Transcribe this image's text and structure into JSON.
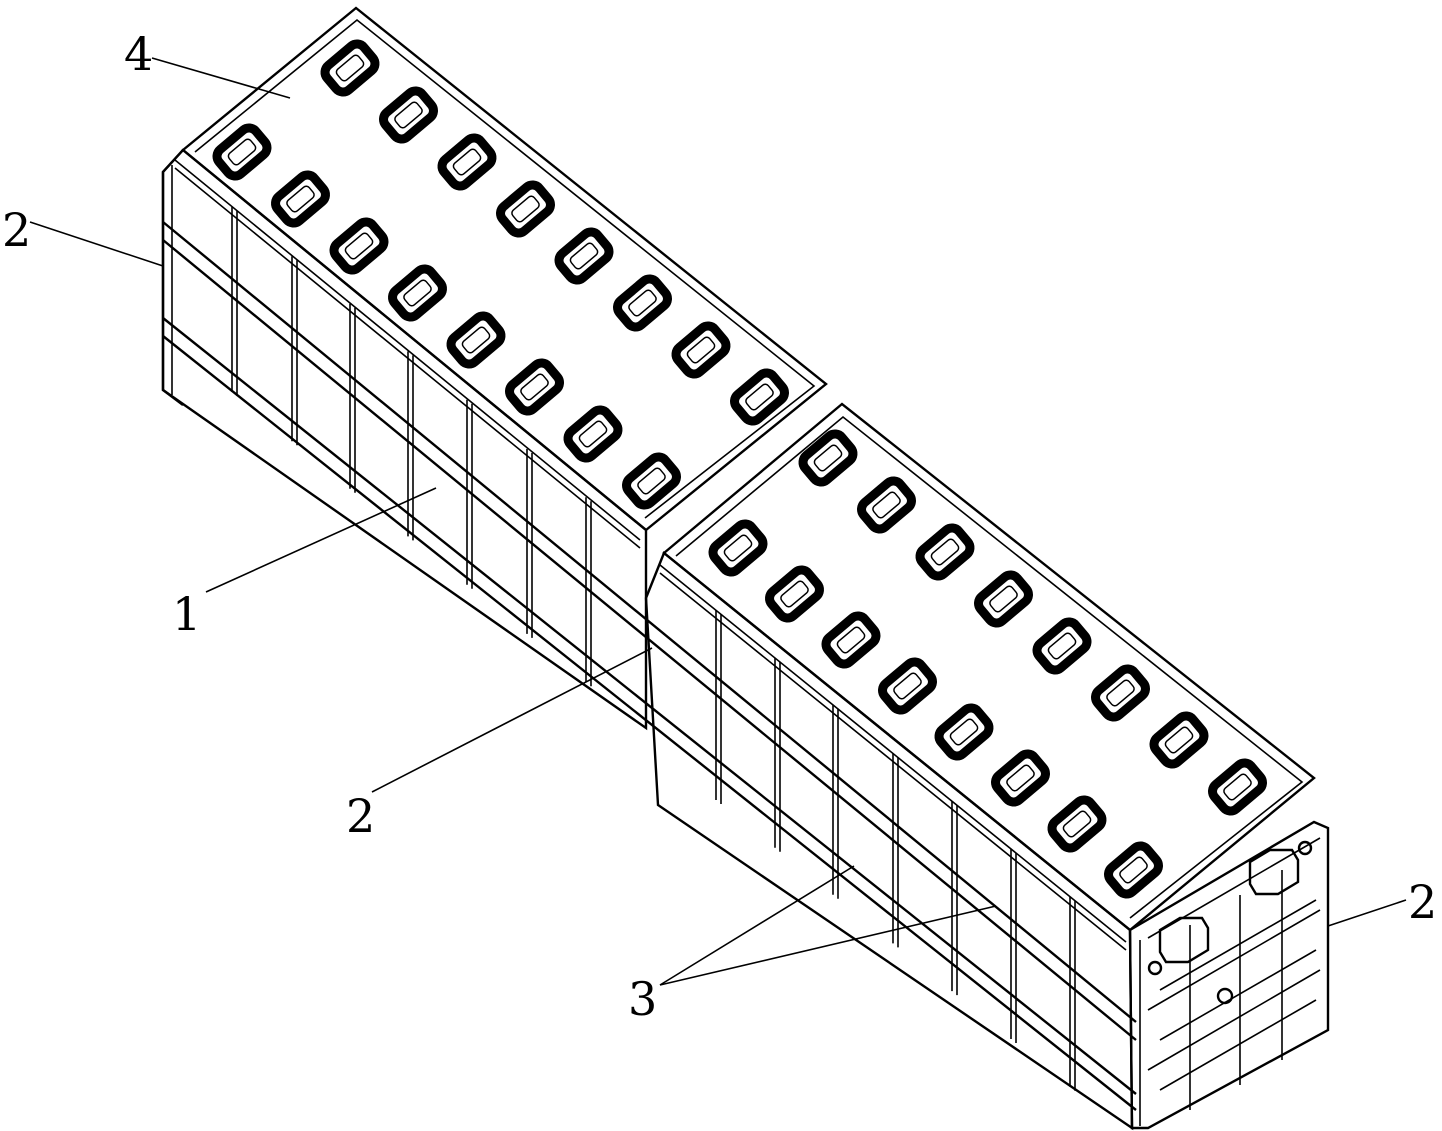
{
  "figure": {
    "labels": [
      {
        "id": "label-4-top",
        "text": "4"
      },
      {
        "id": "label-2-left",
        "text": "2"
      },
      {
        "id": "label-1",
        "text": "1"
      },
      {
        "id": "label-2-middle",
        "text": "2"
      },
      {
        "id": "label-3",
        "text": "3"
      },
      {
        "id": "label-2-right",
        "text": "2"
      }
    ]
  }
}
